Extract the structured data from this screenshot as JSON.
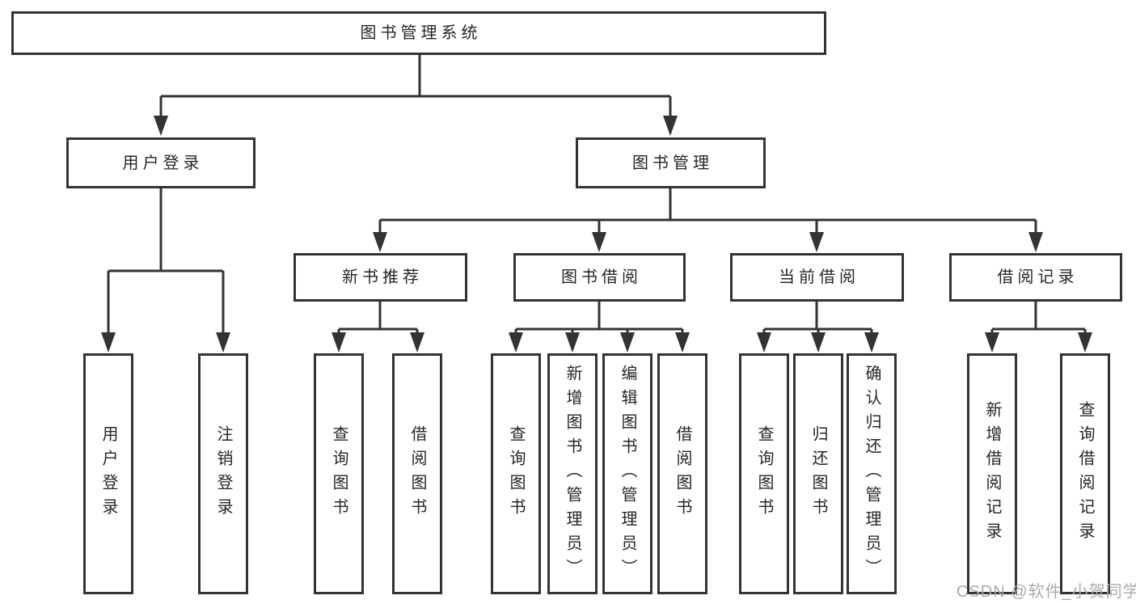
{
  "tree": {
    "label": "图书管理系统",
    "children": [
      {
        "label": "用户登录",
        "children": [
          {
            "label": "用户登录"
          },
          {
            "label": "注销登录"
          }
        ]
      },
      {
        "label": "图书管理",
        "children": [
          {
            "label": "新书推荐",
            "children": [
              {
                "label": "查询图书"
              },
              {
                "label": "借阅图书"
              }
            ]
          },
          {
            "label": "图书借阅",
            "children": [
              {
                "label": "查询图书"
              },
              {
                "label": "新增图书（管理员）"
              },
              {
                "label": "编辑图书（管理员）"
              },
              {
                "label": "借阅图书"
              }
            ]
          },
          {
            "label": "当前借阅",
            "children": [
              {
                "label": "查询图书"
              },
              {
                "label": "归还图书"
              },
              {
                "label": "确认归还（管理员）"
              }
            ]
          },
          {
            "label": "借阅记录",
            "children": [
              {
                "label": "新增借阅记录"
              },
              {
                "label": "查询借阅记录"
              }
            ]
          }
        ]
      }
    ]
  },
  "watermark": "CSDN @软件_小贺同学",
  "colors": {
    "line": "#333333",
    "text": "#262626",
    "watermark": "#ababab",
    "background": "#ffffff"
  }
}
